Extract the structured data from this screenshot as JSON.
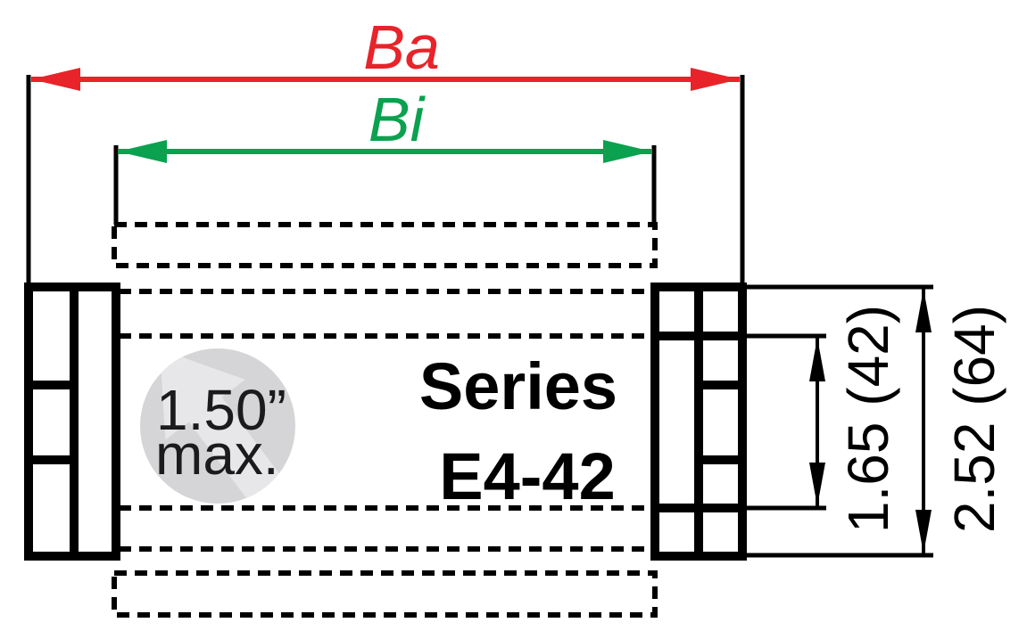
{
  "diagram": {
    "dimensions": {
      "outer_width_label": "Ba",
      "inner_width_label": "Bi",
      "inner_height_label": "1.65 (42)",
      "outer_height_label": "2.52 (64)"
    },
    "product": {
      "line1": "Series",
      "line2": "E4-42"
    },
    "badge": {
      "line1": "1.50”",
      "line2": "max."
    },
    "colors": {
      "outer_width_accent": "#e8232a",
      "inner_width_accent": "#0aa14f",
      "drawing_line": "#000000",
      "badge_fill": "#d5d5d7",
      "badge_watermark": "#e7e7e9"
    }
  }
}
